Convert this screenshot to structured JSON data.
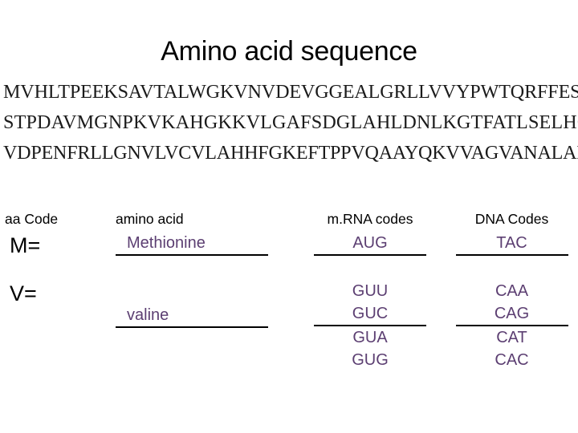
{
  "slide": {
    "title": "Amino acid sequence",
    "accent_color": "#5C3F72",
    "text_color": "#000000",
    "background_color": "#FFFFFF"
  },
  "sequence": {
    "line1": "MVHLTPEEKSAVTALWGKVNVDEVGGEALGRLLVVYPWTQRFFESFGDL",
    "line2": "STPDAVMGNPKVKAHGKKVLGAFSDGLAHLDNLKGTFATLSELHCDKLH",
    "line3": "VDPENFRLLGNVLVCVLAHHFGKEFTPPVQAAYQKVVAGVANALAHKYH"
  },
  "table": {
    "headers": {
      "aa_code": "aa Code",
      "amino_acid": "amino acid",
      "mrna_codes": "m.RNA codes",
      "dna_codes": "DNA Codes"
    },
    "rows": [
      {
        "code": "M=",
        "name": "Methionine",
        "mrna": [
          "AUG"
        ],
        "dna": [
          "TAC"
        ]
      },
      {
        "code": "V=",
        "name": "valine",
        "mrna": [
          "GUU",
          "GUC",
          "GUA",
          "GUG"
        ],
        "dna": [
          "CAA",
          "CAG",
          "CAT",
          "CAC"
        ]
      }
    ]
  }
}
